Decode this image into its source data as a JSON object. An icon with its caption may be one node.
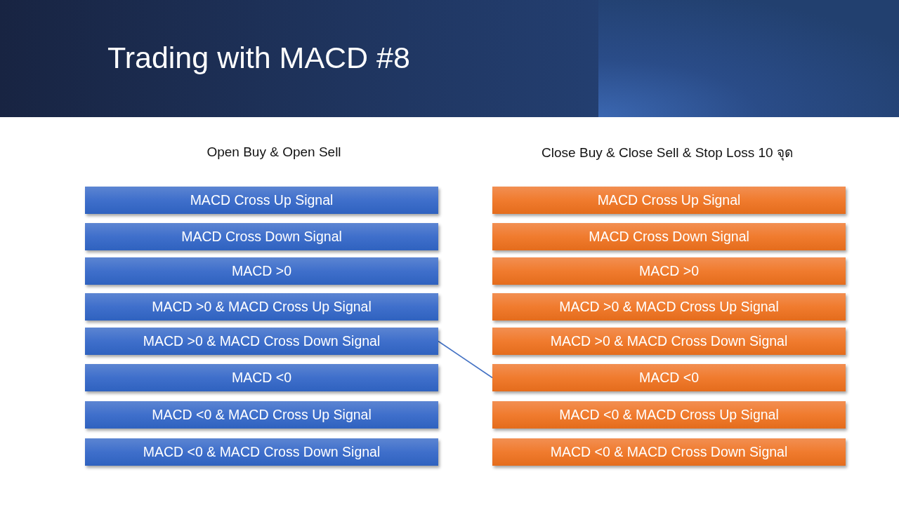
{
  "diagram": {
    "title": "Trading with MACD #8",
    "nodes": [
      {
        "text": [
          "MACD Cross Up Signal"
        ]
      },
      {
        "text": [
          "MACD Cross Down Signal"
        ]
      },
      {
        "text": [
          "MACD >0"
        ]
      },
      {
        "text": [
          "MACD >0 & MACD Cross Up Signal"
        ]
      },
      {
        "text": [
          "MACD >0 & MACD Cross Down Signal"
        ]
      },
      {
        "text": [
          "MACD <0"
        ]
      },
      {
        "text": [
          "MACD <0 & MACD Cross Up Signal"
        ]
      },
      {
        "text": [
          "MACD <0 & MACD Cross Down Signal"
        ]
      },
      {
        "text": [
          "MACD Cross Up Signal"
        ]
      },
      {
        "text": [
          "MACD Cross Down Signal"
        ]
      },
      {
        "text": [
          "MACD >0"
        ]
      },
      {
        "text": [
          "MACD >0 & MACD Cross Up Signal"
        ]
      },
      {
        "text": [
          "MACD >0 & MACD Cross Down Signal"
        ]
      },
      {
        "text": [
          "MACD <0"
        ]
      },
      {
        "text": [
          "MACD <0 & MACD Cross Up Signal"
        ]
      },
      {
        "text": [
          "MACD <0 & MACD Cross Down Signal"
        ]
      }
    ],
    "edges": [
      {
        "from": 4,
        "to": 13,
        "arrow": "none"
      }
    ],
    "labels": [
      "Open Buy & Open Sell",
      "Close Buy & Close Sell & Stop Loss 10 จุด"
    ]
  }
}
